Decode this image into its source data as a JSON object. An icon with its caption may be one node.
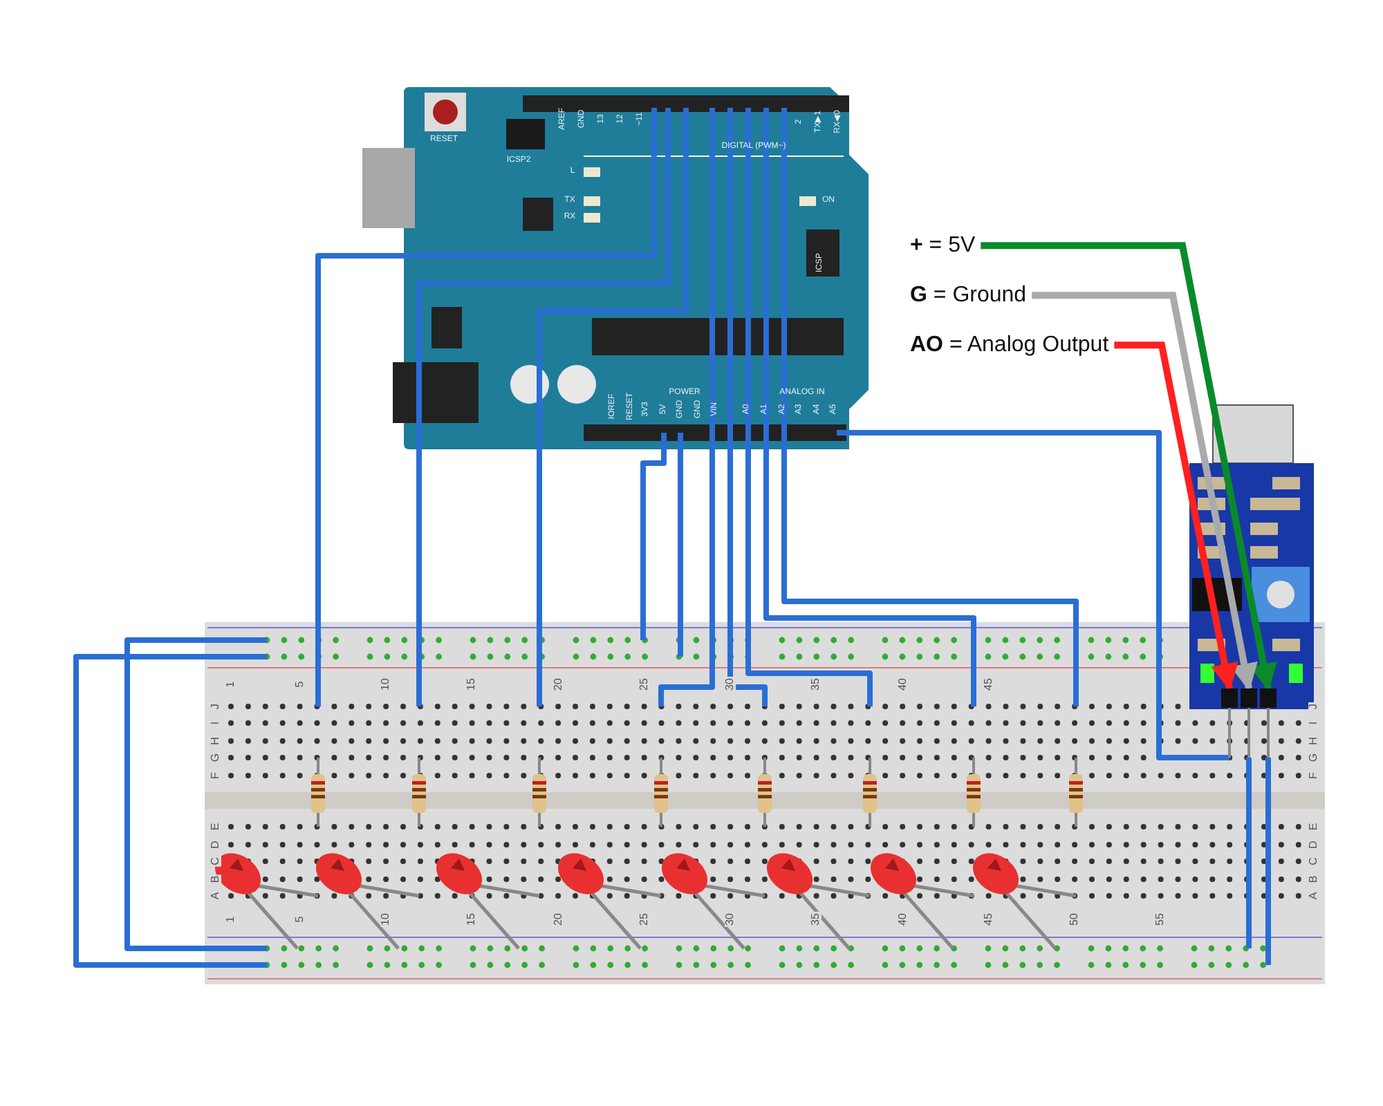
{
  "diagram": {
    "nodes": [
      {
        "text": [
          "**+** = 5V"
        ]
      },
      {
        "text": [
          "**G** = Ground"
        ]
      },
      {
        "text": [
          "**AO** = Analog Output"
        ]
      },
      {
        "text": [],
        "shape": "box"
      },
      {
        "text": [],
        "shape": "box"
      },
      {
        "text": [],
        "shape": "box"
      }
    ],
    "edges": [
      {
        "from": 0,
        "to": 5,
        "arrow": "to",
        "color": "#0a8a2a"
      },
      {
        "from": 1,
        "to": 4,
        "arrow": "to",
        "color": "#aaaaaa"
      },
      {
        "from": 2,
        "to": 3,
        "arrow": "to",
        "color": "#ff2020"
      }
    ],
    "labels": [
      "RESET",
      "ICSP2",
      "AREF",
      "GND",
      "13",
      "12",
      "~11",
      "2",
      "TX▶1",
      "RX◀0",
      "DIGITAL (PWM~)",
      "L",
      "TX",
      "RX",
      "ON",
      "ICSP",
      "POWER",
      "ANALOG IN",
      "IOREF",
      "RESET",
      "3V3",
      "5V",
      "GND",
      "GND",
      "VIN",
      "A0",
      "A1",
      "A2",
      "A3",
      "A4",
      "A5",
      "1",
      "5",
      "10",
      "15",
      "20",
      "25",
      "30",
      "35",
      "40",
      "45",
      "J",
      "I",
      "H",
      "G",
      "F",
      "E",
      "D",
      "C",
      "B",
      "A",
      "J",
      "I",
      "H",
      "G",
      "F",
      "E",
      "D",
      "C",
      "B",
      "A",
      "1",
      "5",
      "10",
      "15",
      "20",
      "25",
      "30",
      "35",
      "40",
      "45",
      "50",
      "55"
    ]
  }
}
